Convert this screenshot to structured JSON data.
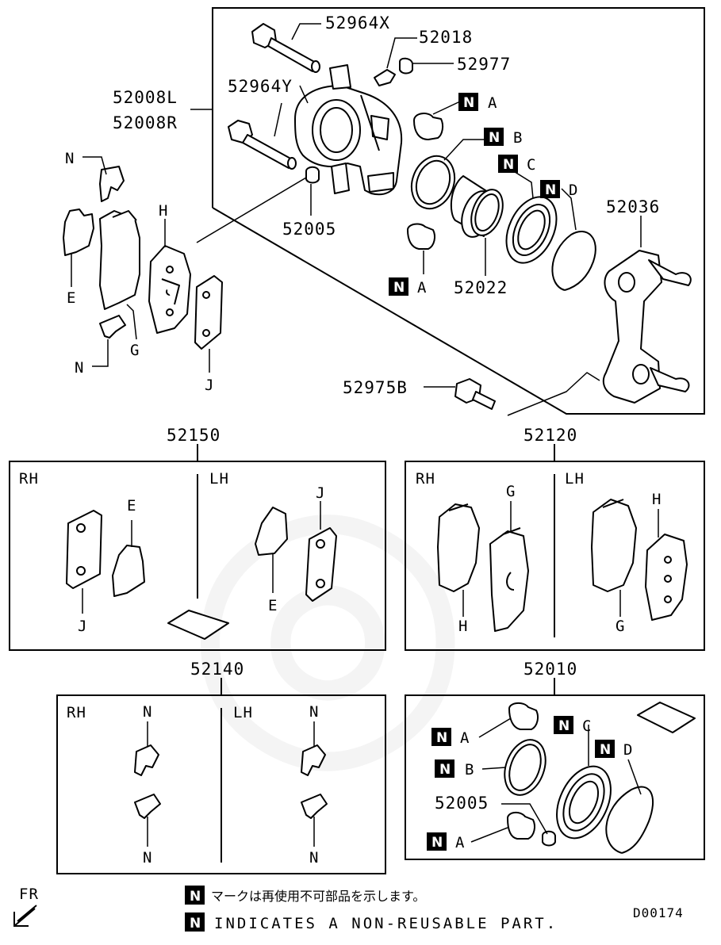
{
  "main_assembly": {
    "caliper_left": "52008L",
    "caliper_right": "52008R",
    "bolt_upper": "52964X",
    "bleeder_screw": "52018",
    "bleeder_cap": "52977",
    "bolt_lower": "52964Y",
    "bushing": "52005",
    "piston": "52022",
    "support": "52036",
    "support_bolt": "52975B",
    "letter_a": "A",
    "letter_b": "B",
    "letter_c": "C",
    "letter_d": "D",
    "letter_e": "E",
    "letter_g": "G",
    "letter_h": "H",
    "letter_j": "J",
    "letter_n": "N"
  },
  "kits": {
    "shim_kit": {
      "part_no": "52150",
      "rh": "RH",
      "lh": "LH",
      "e": "E",
      "j": "J"
    },
    "pad_kit": {
      "part_no": "52120",
      "rh": "RH",
      "lh": "LH",
      "g": "G",
      "h": "H"
    },
    "clip_kit": {
      "part_no": "52140",
      "rh": "RH",
      "lh": "LH",
      "n": "N"
    },
    "seal_kit": {
      "part_no": "52010",
      "bushing": "52005",
      "a": "A",
      "b": "B",
      "c": "C",
      "d": "D"
    }
  },
  "legend": {
    "badge": "N",
    "japanese": "マークは再使用不可部品を示します。",
    "english": "INDICATES A NON-REUSABLE PART."
  },
  "direction": {
    "label": "FR"
  },
  "diagram_code": "D00174"
}
